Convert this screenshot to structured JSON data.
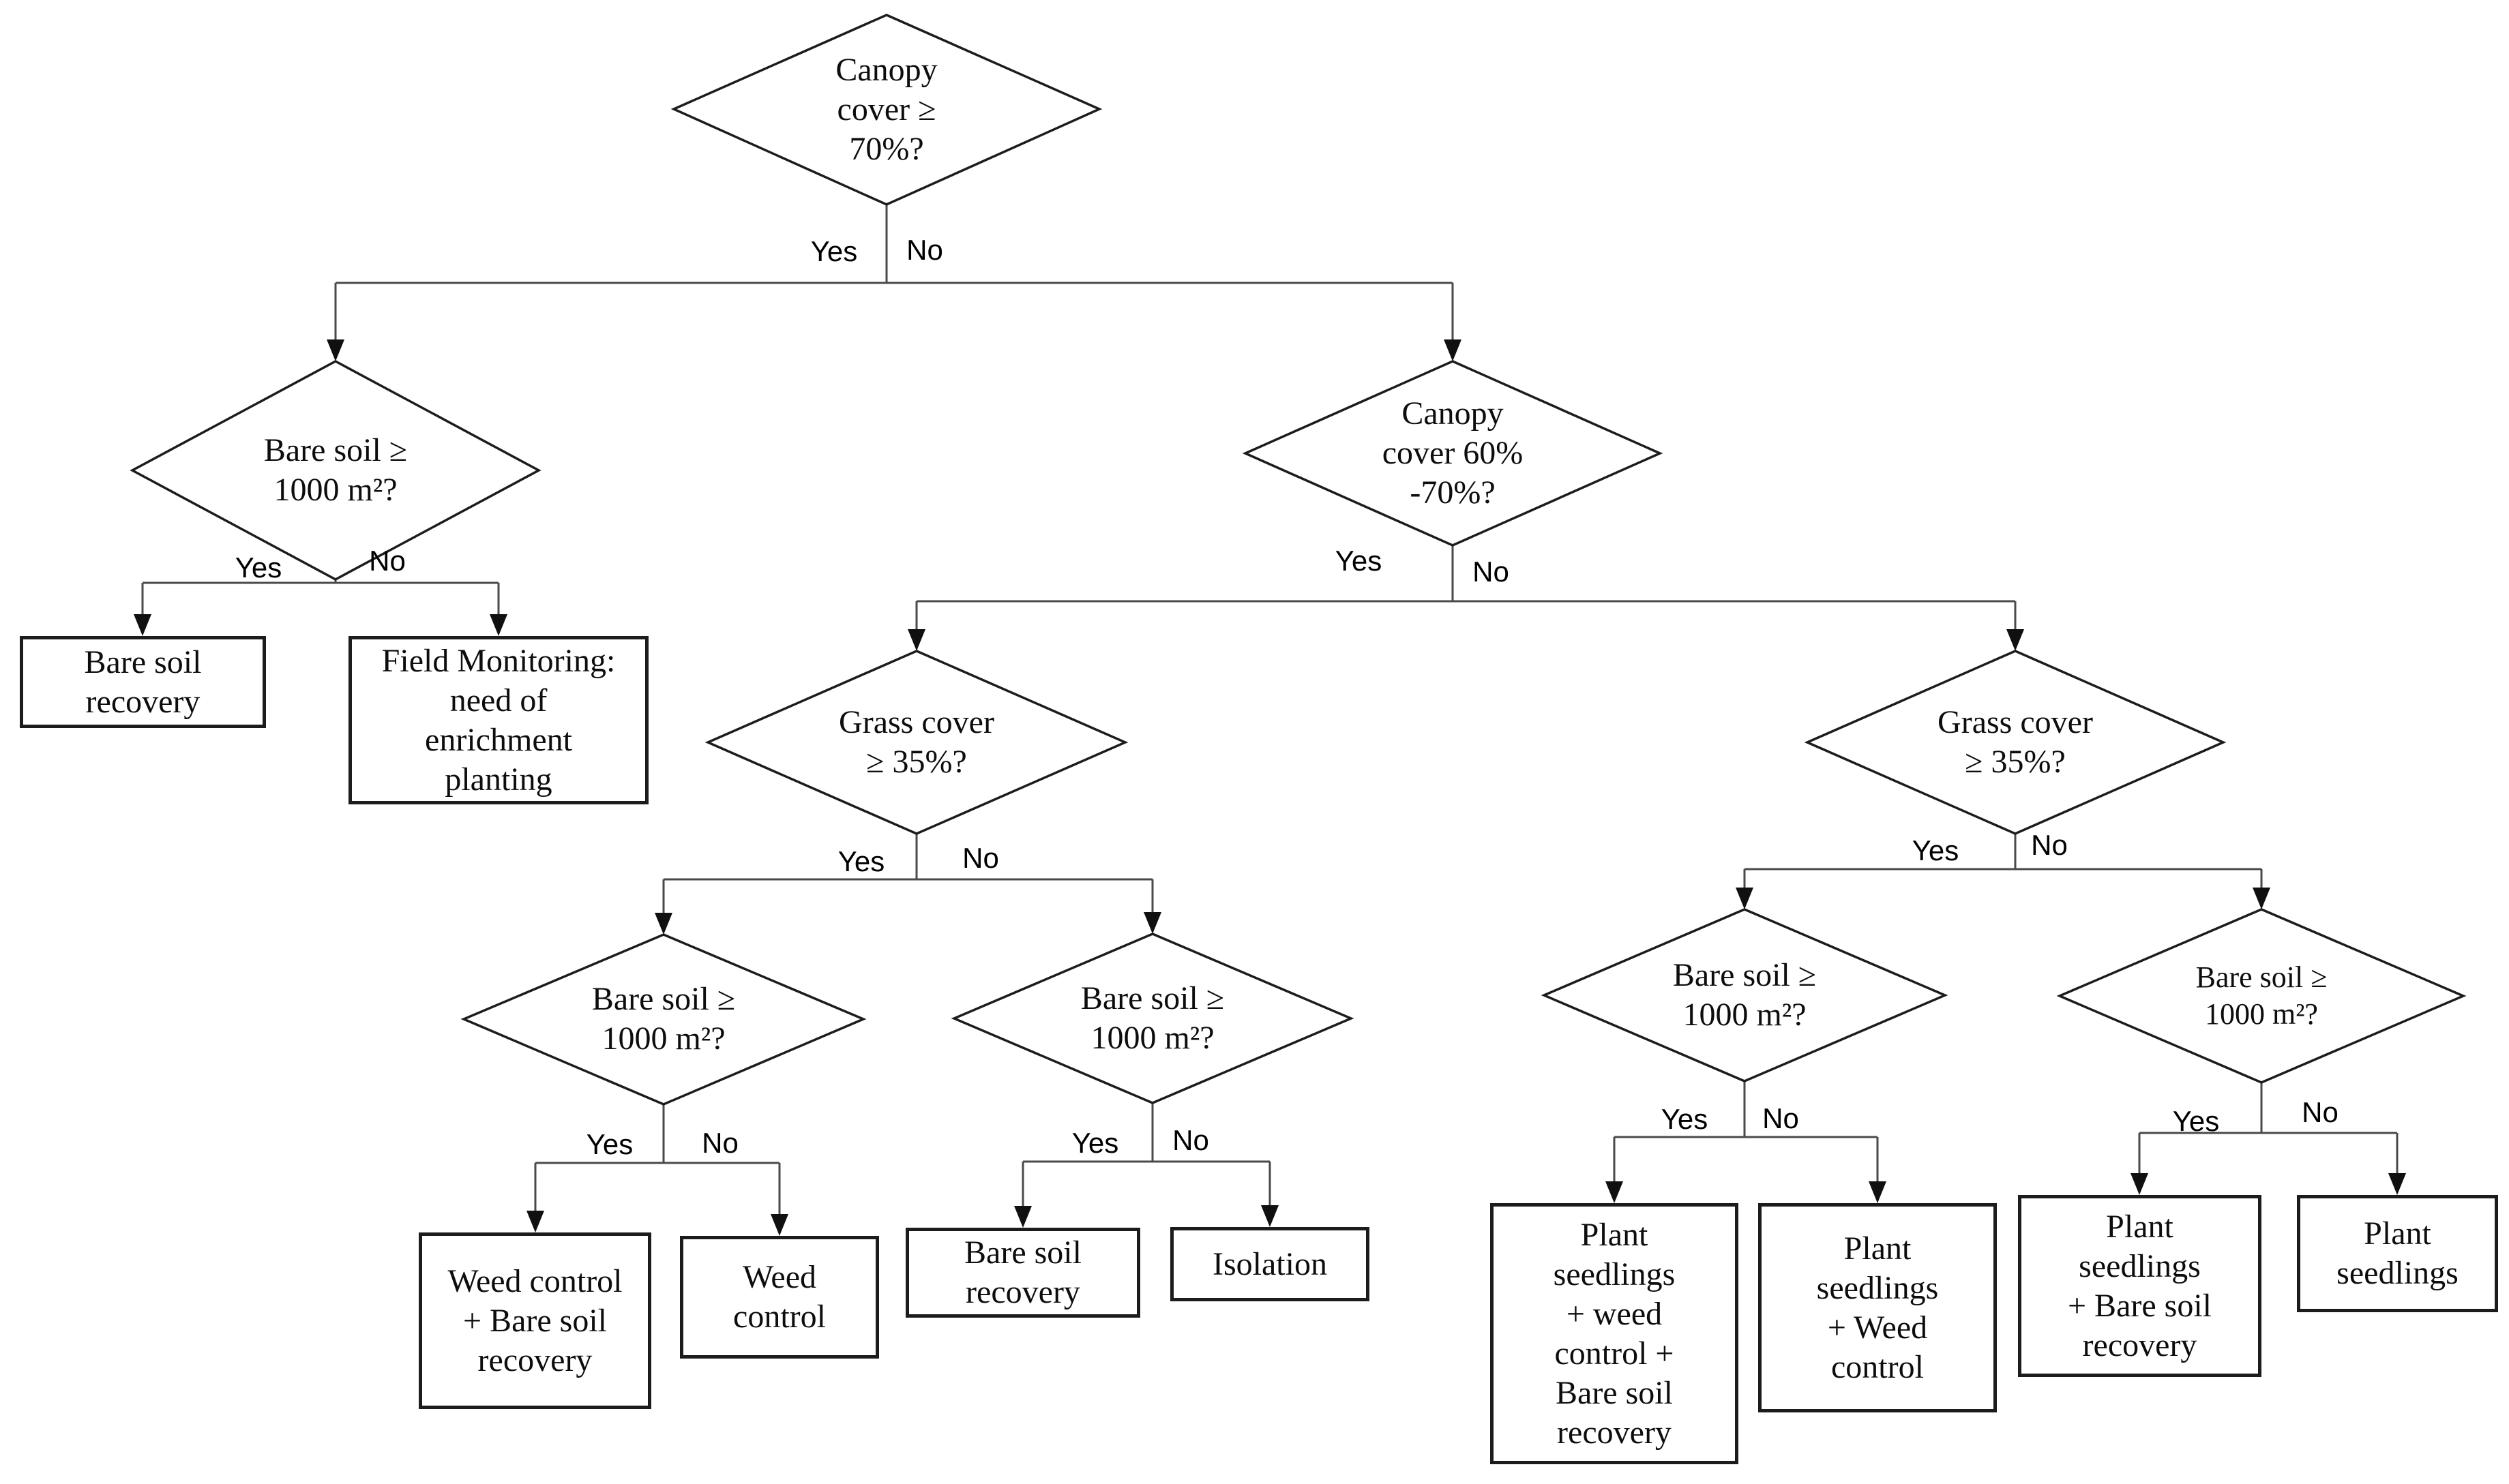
{
  "figure": {
    "background": "#ffffff",
    "node_fill": "#ffffff",
    "node_border": "#1c1c1c",
    "wire_color": "#4a4a4a",
    "text_color": "#0d0d0d"
  },
  "labels": {
    "yes": "Yes",
    "no": "No"
  },
  "decisions": {
    "canopy70": {
      "label": "Canopy\ncover ≥\n70%?"
    },
    "bare_left": {
      "label": "Bare soil ≥\n1000 m²?"
    },
    "canopy60_70": {
      "label": "Canopy\ncover 60%\n-70%?"
    },
    "grass_mid": {
      "label": "Grass cover\n≥ 35%?"
    },
    "grass_right": {
      "label": "Grass cover\n≥ 35%?"
    },
    "bare_mid_left": {
      "label": "Bare soil ≥\n1000 m²?"
    },
    "bare_mid_right": {
      "label": "Bare soil ≥\n1000 m²?"
    },
    "bare_right_left": {
      "label": "Bare soil ≥\n1000 m²?"
    },
    "bare_right_right": {
      "label": "Bare soil ≥\n1000 m²?"
    }
  },
  "actions": {
    "bare_soil_recovery_left": {
      "label": "Bare soil\nrecovery"
    },
    "field_monitoring": {
      "label": "Field Monitoring:\nneed of\nenrichment\nplanting"
    },
    "weed_control_bare_soil": {
      "label": "Weed control\n+ Bare soil\nrecovery"
    },
    "weed_control": {
      "label": "Weed\ncontrol"
    },
    "bare_soil_recovery_mid": {
      "label": "Bare soil\nrecovery"
    },
    "isolation": {
      "label": "Isolation"
    },
    "plant_weed_bare": {
      "label": "Plant\nseedlings\n+ weed\ncontrol +\nBare soil\nrecovery"
    },
    "plant_weed": {
      "label": "Plant\nseedlings\n+ Weed\ncontrol"
    },
    "plant_bare": {
      "label": "Plant\nseedlings\n+ Bare soil\nrecovery"
    },
    "plant": {
      "label": "Plant\nseedlings"
    }
  }
}
